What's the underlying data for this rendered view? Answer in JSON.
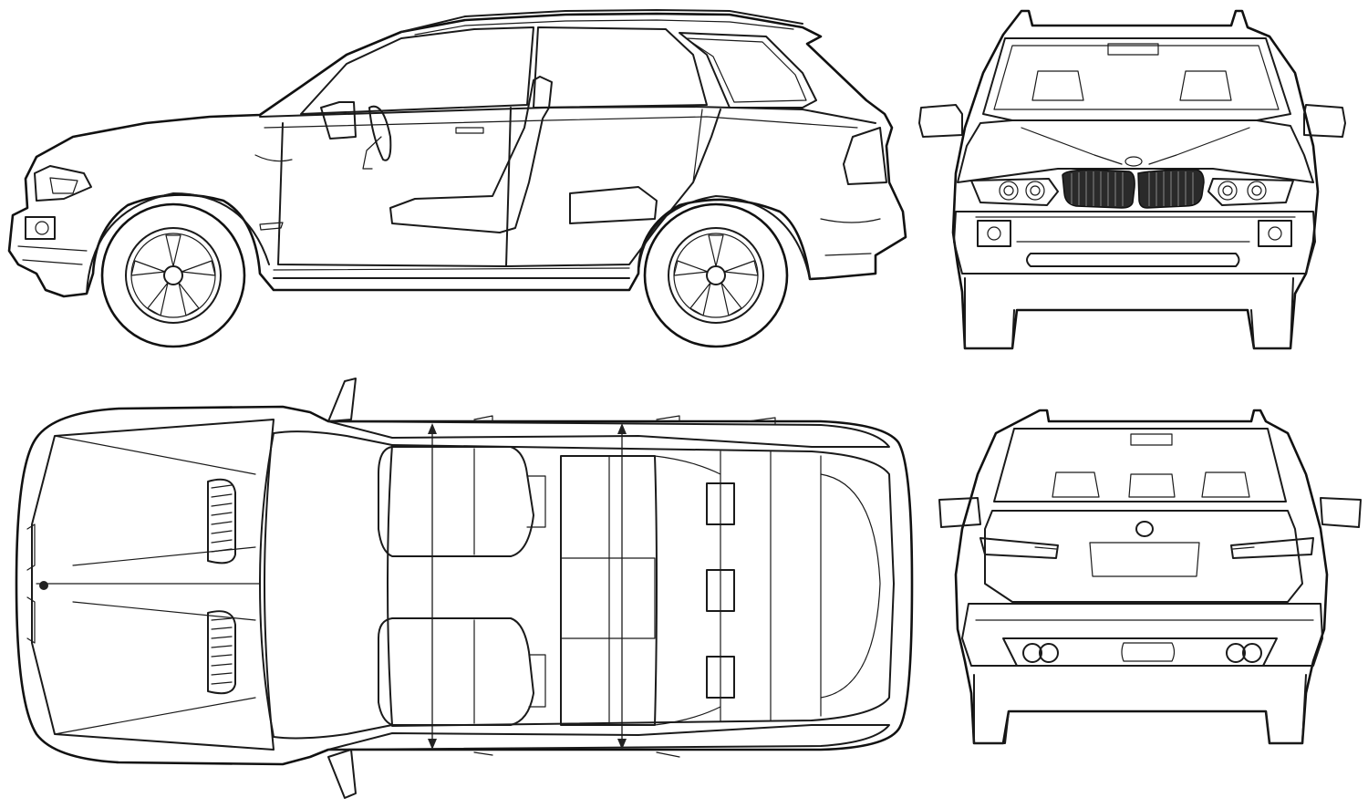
{
  "drawing": {
    "subject": "",
    "views": [
      {
        "key": "side",
        "present": true
      },
      {
        "key": "front",
        "present": true
      },
      {
        "key": "top",
        "present": true
      },
      {
        "key": "rear",
        "present": true
      }
    ],
    "line_color": "#1a1a1a",
    "background_color": "#ffffff",
    "fill_color_dark": "#2a2a2a"
  }
}
